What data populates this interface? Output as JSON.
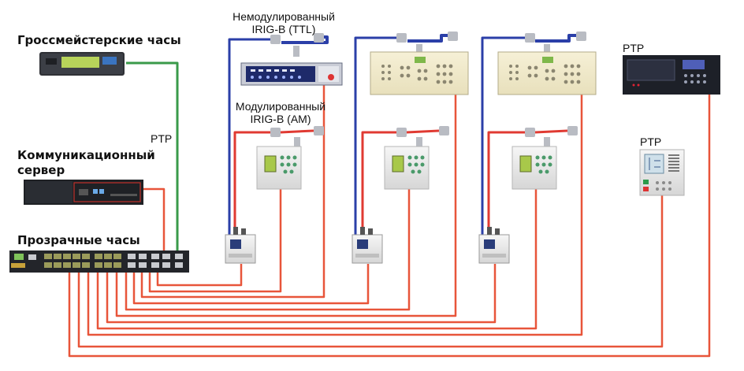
{
  "labels": {
    "grandmaster_clock": "Гроссмейстерские часы",
    "comm_server_line1": "Коммуникационный",
    "comm_server_line2": "сервер",
    "transparent_clock": "Прозрачные часы",
    "ptp_link": "PTP",
    "irig_ttl_line1": "Немодулированный",
    "irig_ttl_line2": "IRIG-B (TTL)",
    "irig_am_line1": "Модулированный",
    "irig_am_line2": "IRIG-B (AM)",
    "ptp_device_top": "PTP",
    "ptp_device_mid": "PTP"
  },
  "colors": {
    "ptp_cable": "#e8553a",
    "ttl_cable": "#2b3fa8",
    "am_cable": "#e03a32",
    "grandmaster_link": "#3a9a4a",
    "device_panel": "#f1ebcf",
    "device_body": "#e6e6e6",
    "dark_device": "#1d2028"
  },
  "icons": [
    "grandmaster-clock-device",
    "communication-server-device",
    "transparent-clock-switch",
    "irig-converter",
    "relay-panel",
    "protection-relay",
    "ptp-relay"
  ]
}
